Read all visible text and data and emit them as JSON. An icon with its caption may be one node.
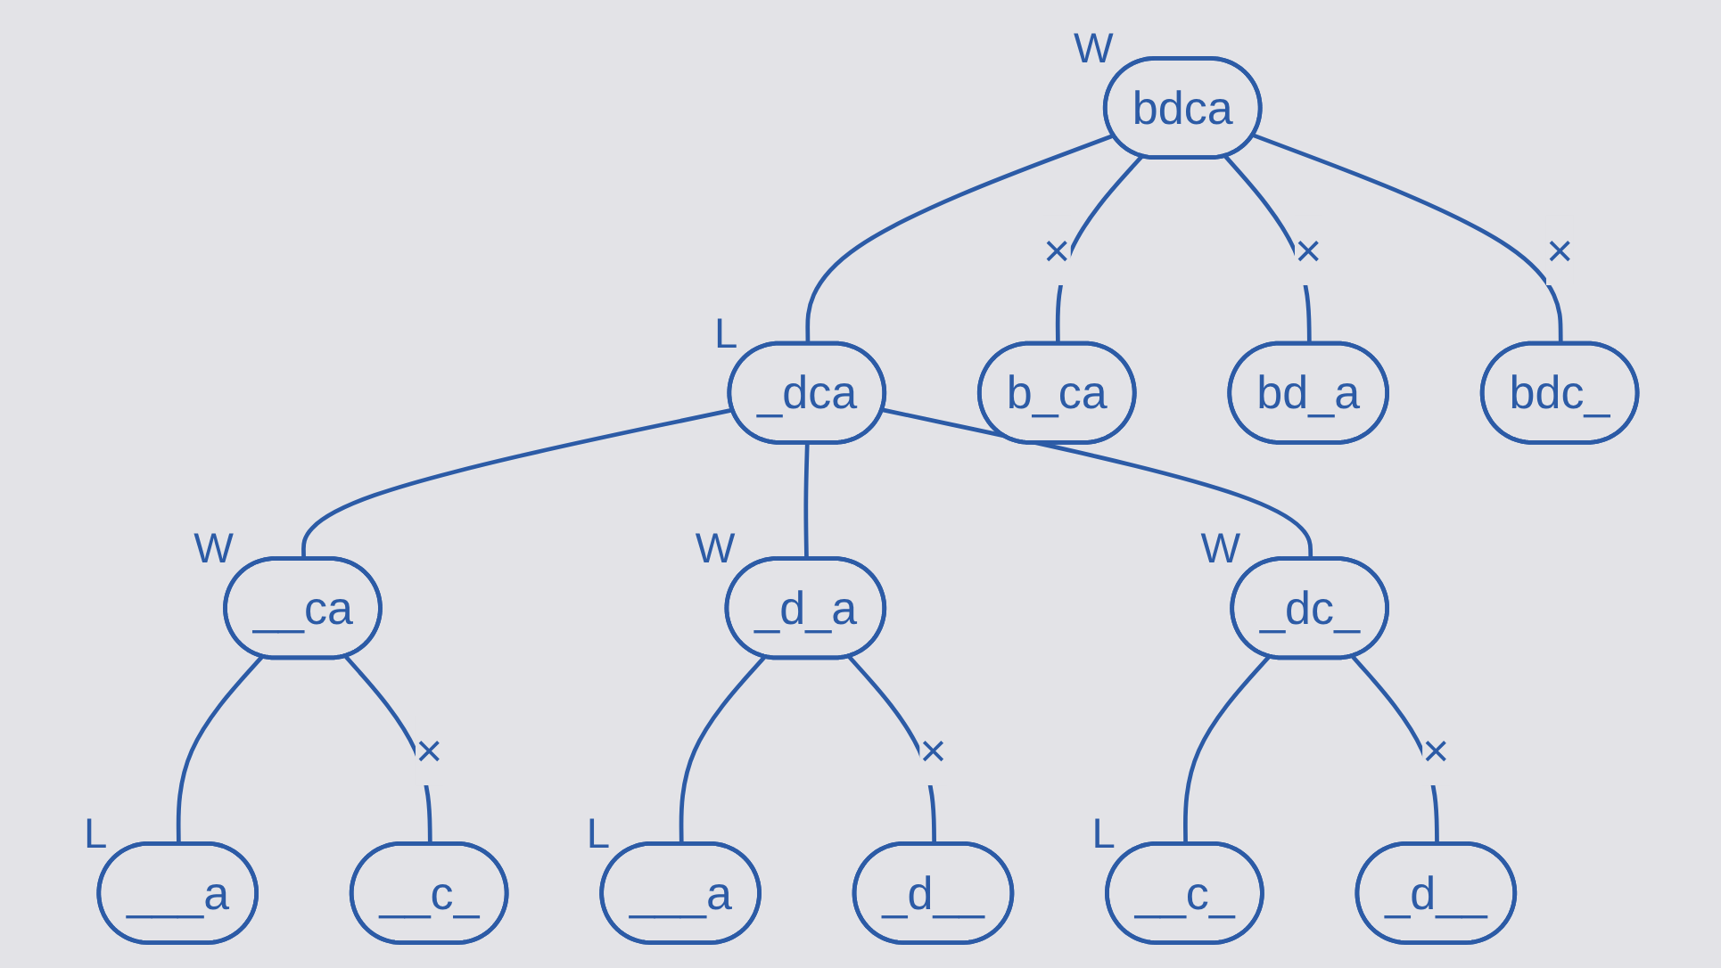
{
  "diagram": {
    "nodes": [
      {
        "text": [
          "bdca"
        ],
        "beside": [
          "W"
        ]
      },
      {
        "text": [
          "_dca"
        ],
        "beside": [
          "L"
        ]
      },
      {
        "text": [
          "b_ca"
        ]
      },
      {
        "text": [
          "bd_a"
        ]
      },
      {
        "text": [
          "bdc_"
        ]
      },
      {
        "text": [
          "__ca"
        ],
        "beside": [
          "W"
        ]
      },
      {
        "text": [
          "_d_a"
        ],
        "beside": [
          "W"
        ]
      },
      {
        "text": [
          "_dc_"
        ],
        "beside": [
          "W"
        ]
      },
      {
        "text": [
          "___a"
        ],
        "beside": [
          "L"
        ]
      },
      {
        "text": [
          "__c_"
        ]
      },
      {
        "text": [
          "___a"
        ],
        "beside": [
          "L"
        ]
      },
      {
        "text": [
          "_d__"
        ]
      },
      {
        "text": [
          "__c_"
        ],
        "beside": [
          "L"
        ]
      },
      {
        "text": [
          "_d__"
        ]
      }
    ],
    "edges": [
      {
        "from": 0,
        "to": 1,
        "arrow": "none"
      },
      {
        "from": 0,
        "to": 2,
        "arrow": "none",
        "label": "×"
      },
      {
        "from": 0,
        "to": 3,
        "arrow": "none",
        "label": "×"
      },
      {
        "from": 0,
        "to": 4,
        "arrow": "none",
        "label": "×"
      },
      {
        "from": 1,
        "to": 5,
        "arrow": "none"
      },
      {
        "from": 1,
        "to": 6,
        "arrow": "none"
      },
      {
        "from": 1,
        "to": 7,
        "arrow": "none"
      },
      {
        "from": 5,
        "to": 8,
        "arrow": "none"
      },
      {
        "from": 5,
        "to": 9,
        "arrow": "none",
        "label": "×"
      },
      {
        "from": 6,
        "to": 10,
        "arrow": "none"
      },
      {
        "from": 6,
        "to": 11,
        "arrow": "none",
        "label": "×"
      },
      {
        "from": 7,
        "to": 12,
        "arrow": "none"
      },
      {
        "from": 7,
        "to": 13,
        "arrow": "none",
        "label": "×"
      }
    ]
  }
}
